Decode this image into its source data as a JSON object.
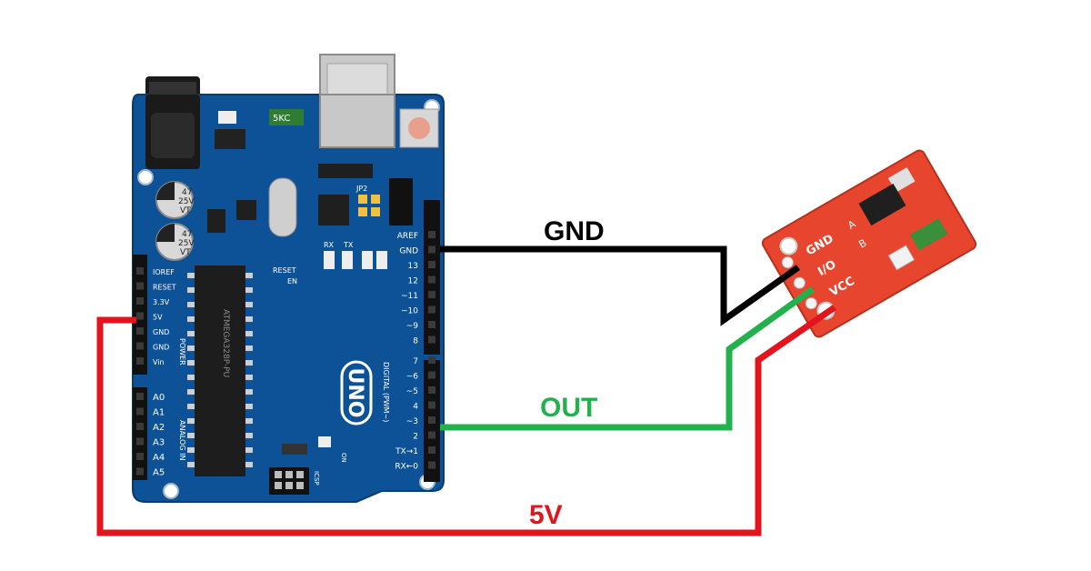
{
  "wires": {
    "gnd": {
      "label": "GND",
      "color": "#000000"
    },
    "out": {
      "label": "OUT",
      "color": "#22b14c"
    },
    "vcc": {
      "label": "5V",
      "color": "#e3141c"
    }
  },
  "arduino": {
    "board_color": "#0d5296",
    "logo": "UNO",
    "chip_text": "ATMEGA328P-PU",
    "cap_text": [
      "47",
      "25V",
      "VT"
    ],
    "crystal_text": "5KC",
    "jumper_label": "JP2",
    "icsp_label": "ICSP",
    "reset_label": "RESET",
    "en_label": "EN",
    "on_label": "ON",
    "rx_label": "RX",
    "tx_label": "TX",
    "power_header": [
      "IOREF",
      "RESET",
      "3.3V",
      "5V",
      "GND",
      "GND",
      "Vin"
    ],
    "power_title": "POWER",
    "analog_header": [
      "A0",
      "A1",
      "A2",
      "A3",
      "A4",
      "A5"
    ],
    "analog_title": "ANALOG IN",
    "digital_title": "DIGITAL (PWM~)",
    "digital_pins": [
      "AREF",
      "GND",
      "13",
      "12",
      "~11",
      "~10",
      "~9",
      "8",
      "7",
      "~6",
      "~5",
      "4",
      "~3",
      "2",
      "TX→1",
      "RX←0"
    ]
  },
  "sensor": {
    "board_color": "#e8452e",
    "pins": [
      "GND",
      "I/O",
      "VCC"
    ],
    "pad_labels": [
      "A",
      "B"
    ]
  }
}
